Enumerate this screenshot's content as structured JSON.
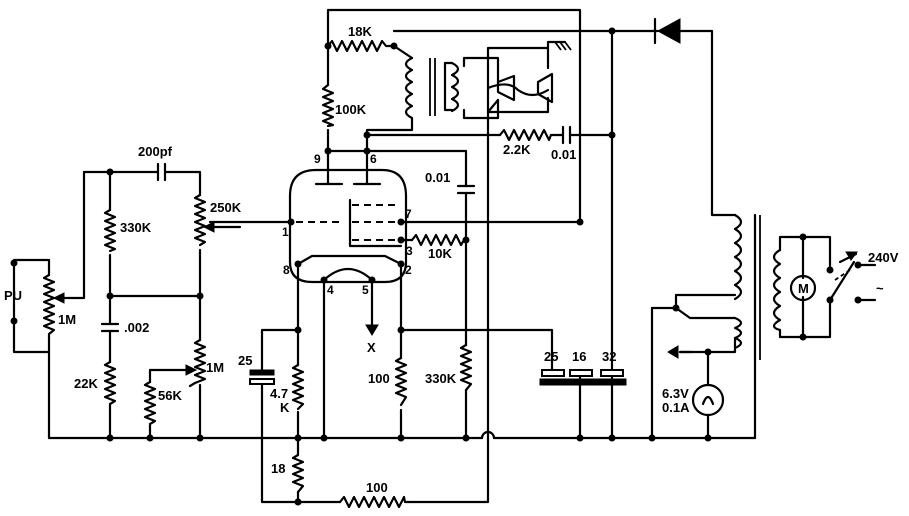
{
  "labels": {
    "r_18k": "18K",
    "r_100k": "100K",
    "r_2_2k": "2.2K",
    "c_0_01_top": "0.01",
    "c_0_01_coupling": "0.01",
    "c_200pf": "200pf",
    "pot_250k": "250K",
    "r_330k_left": "330K",
    "c_002": ".002",
    "r_22k": "22K",
    "r_56k": "56K",
    "pot_1m_vol": "1M",
    "pu": "PU",
    "pot_1m_pu": "1M",
    "r_10k": "10K",
    "cap_25": "25",
    "r_4_7": "4.7",
    "r_4_7_k": "K",
    "r_18": "18",
    "r_100_bottom": "100",
    "r_100_mid": "100",
    "r_330k_right": "330K",
    "x_output": "X",
    "cap_block_25": "25",
    "cap_block_16": "16",
    "cap_block_32": "32",
    "lamp_volts": "6.3V",
    "lamp_amps": "0.1A",
    "mains": "240V",
    "motor": "M",
    "ac_symbol": "~"
  },
  "pins": {
    "p9": "9",
    "p6": "6",
    "p1": "1",
    "p7": "7",
    "p3": "3",
    "p8": "8",
    "p2": "2",
    "p4": "4",
    "p5": "5"
  }
}
